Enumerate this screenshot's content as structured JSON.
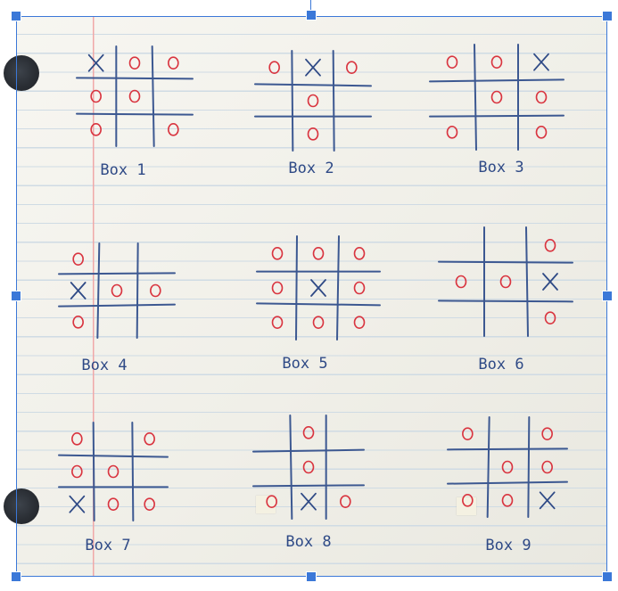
{
  "photo": {
    "boxes": [
      {
        "caption": "Box 1",
        "cells": [
          "X",
          "O",
          "O",
          "O",
          "O",
          "",
          "O",
          "",
          "O"
        ]
      },
      {
        "caption": "Box 2",
        "cells": [
          "O",
          "X",
          "O",
          "",
          "O",
          "",
          "",
          "O",
          ""
        ]
      },
      {
        "caption": "Box 3",
        "cells": [
          "O",
          "O",
          "X",
          "",
          "O",
          "O",
          "O",
          "",
          "O"
        ]
      },
      {
        "caption": "Box 4",
        "cells": [
          "O",
          "",
          "",
          "X",
          "O",
          "O",
          "O",
          "",
          ""
        ]
      },
      {
        "caption": "Box 5",
        "cells": [
          "O",
          "O",
          "O",
          "O",
          "X",
          "O",
          "O",
          "O",
          "O"
        ]
      },
      {
        "caption": "Box 6",
        "cells": [
          "",
          "",
          "O",
          "O",
          "O",
          "X",
          "",
          "",
          "O"
        ]
      },
      {
        "caption": "Box 7",
        "cells": [
          "O",
          "",
          "O",
          "O",
          "O",
          "",
          "X",
          "O",
          "O"
        ]
      },
      {
        "caption": "Box 8",
        "cells": [
          "",
          "O",
          "",
          "",
          "O",
          "",
          "O",
          "X",
          "O"
        ]
      },
      {
        "caption": "Box 9",
        "cells": [
          "O",
          "",
          "O",
          "",
          "O",
          "O",
          "O",
          "O",
          "X"
        ]
      }
    ]
  },
  "colors": {
    "o_mark": "#d9343f",
    "x_mark": "#2f4a86",
    "grid_ink": "#3c5891",
    "paper": "#f3f2ec",
    "selection": "#3b78d8"
  },
  "icons": {
    "hole": "punch-hole-icon",
    "handle": "resize-handle-icon"
  }
}
